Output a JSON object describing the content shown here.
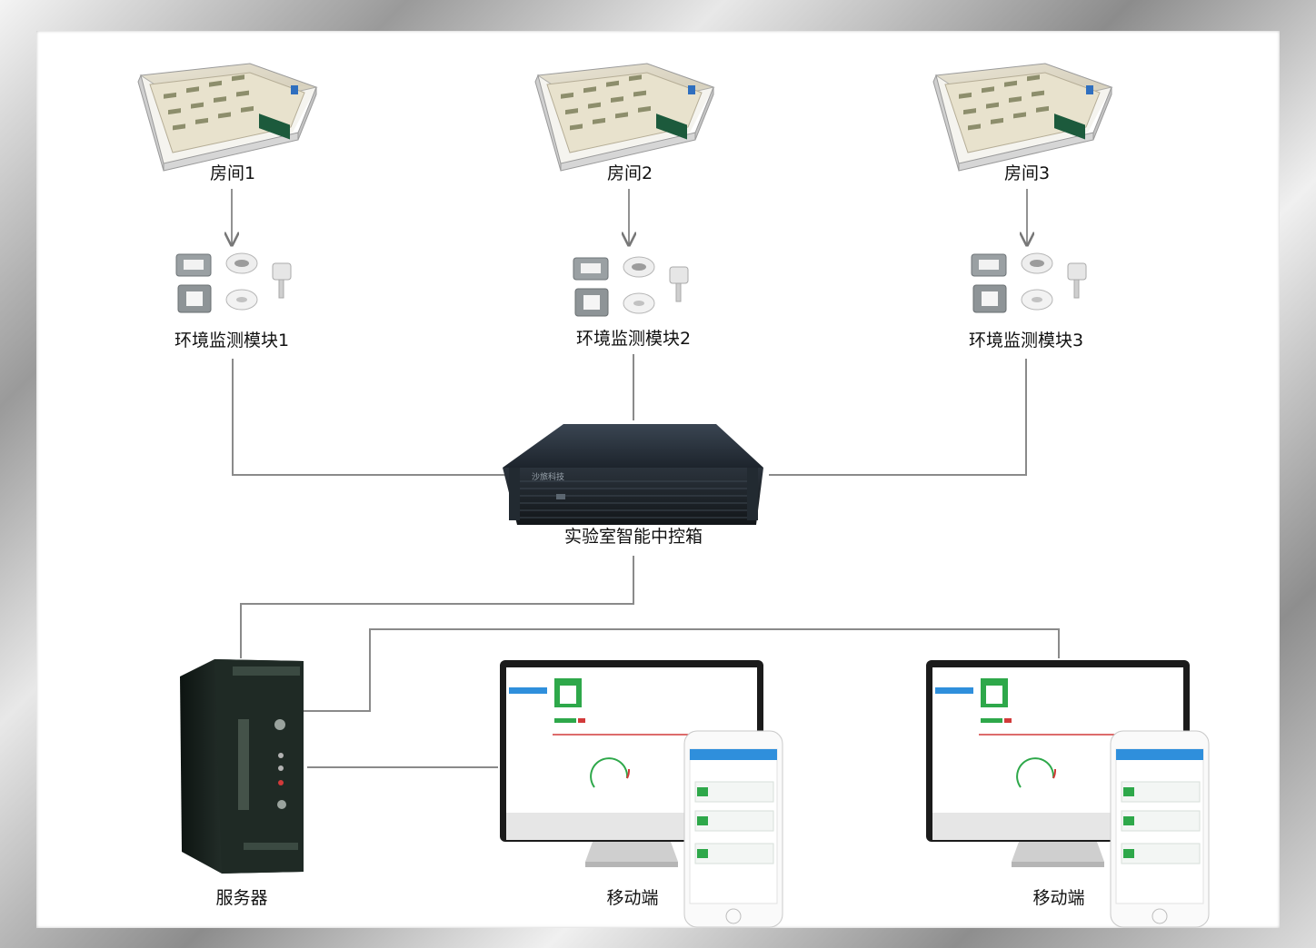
{
  "rooms": [
    {
      "label": "房间1"
    },
    {
      "label": "房间2"
    },
    {
      "label": "房间3"
    }
  ],
  "modules": [
    {
      "label": "环境监测模块1"
    },
    {
      "label": "环境监测模块2"
    },
    {
      "label": "环境监测模块3"
    }
  ],
  "controller": {
    "label": "实验室智能中控箱",
    "brand_text": "沙旅科技"
  },
  "server": {
    "label": "服务器"
  },
  "terminals": [
    {
      "label": "移动端"
    },
    {
      "label": "移动端"
    }
  ],
  "colors": {
    "connector": "#8a8a8a",
    "arrow": "#777777",
    "accent_green": "#2ea84a",
    "accent_blue": "#2f8fdc"
  }
}
